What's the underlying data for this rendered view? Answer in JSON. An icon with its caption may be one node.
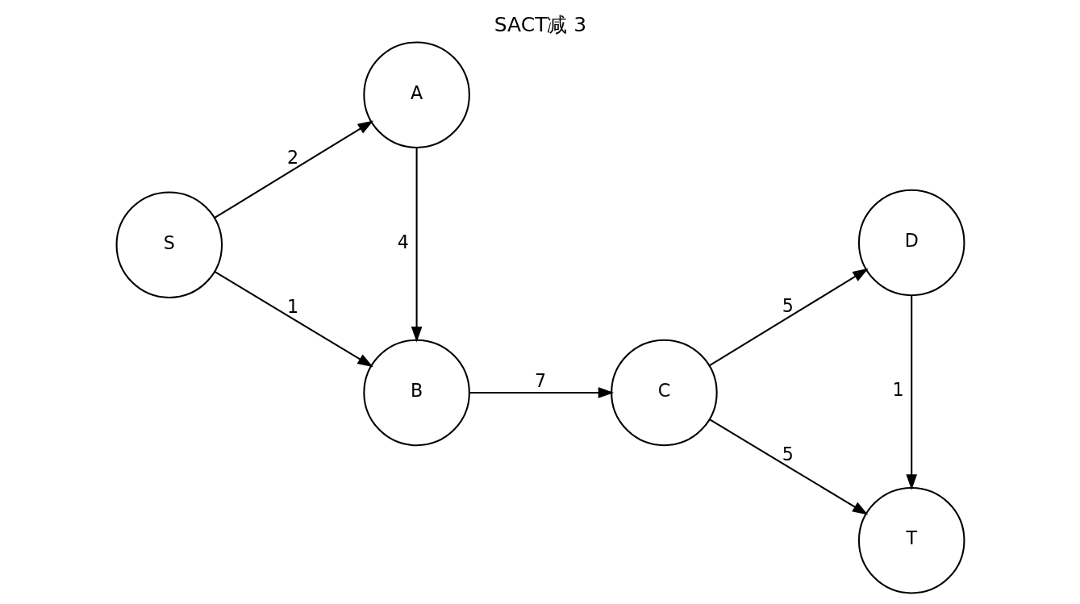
{
  "diagram": {
    "title": "SACT减 3",
    "nodes": [
      {
        "text": [
          "S"
        ]
      },
      {
        "text": [
          "A"
        ]
      },
      {
        "text": [
          "B"
        ]
      },
      {
        "text": [
          "C"
        ]
      },
      {
        "text": [
          "D"
        ]
      },
      {
        "text": [
          "T"
        ]
      }
    ],
    "edges": [
      {
        "from": 0,
        "to": 1,
        "arrow": "to",
        "label": "2"
      },
      {
        "from": 0,
        "to": 2,
        "arrow": "to",
        "label": "1"
      },
      {
        "from": 1,
        "to": 2,
        "arrow": "to",
        "label": "4"
      },
      {
        "from": 2,
        "to": 3,
        "arrow": "to",
        "label": "7"
      },
      {
        "from": 3,
        "to": 4,
        "arrow": "to",
        "label": "5"
      },
      {
        "from": 4,
        "to": 5,
        "arrow": "to",
        "label": "1"
      },
      {
        "from": 3,
        "to": 5,
        "arrow": "to",
        "label": "5"
      }
    ]
  }
}
